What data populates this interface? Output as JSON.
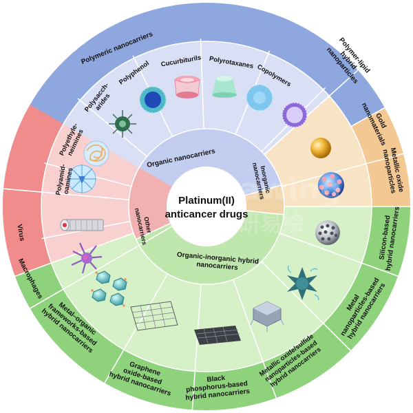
{
  "center": {
    "line1": "Platinum(II)",
    "line2": "anticancer drugs"
  },
  "watermark": {
    "text": "eDrawing",
    "subtext": "可研易绘"
  },
  "colors": {
    "polymeric_outer": "#8fa7df",
    "polymeric_mid": "#d9dff4",
    "polymeric_inner": "#c2cdef",
    "inorganic_outer": "#f4c892",
    "inorganic_mid": "#f8e3c5",
    "inorganic_inner": "#f1d3a8",
    "other_outer": "#f08c8c",
    "other_mid": "#f8d0cf",
    "other_inner": "#f2b1b1",
    "hybrid_outer": "#8fd27c",
    "hybrid_mid": "#d6f0c7",
    "hybrid_inner": "#bfe6ad"
  },
  "outer_ring": {
    "polymeric": "Polymeric nanocarriers",
    "polymer_lipid": [
      "Polymer-lipid",
      "hybrid",
      "nanoparticles"
    ],
    "gold": [
      "Gold",
      "nanomaterials"
    ],
    "metallic_oxide": [
      "Metallic oxide",
      "nanoparticles"
    ],
    "silicon": [
      "Silicon-based",
      "hybrid nanocarriers"
    ],
    "metal_np": [
      "Metal",
      "nanoparticles-based",
      "hybrid nanocarriers"
    ],
    "metallic_oxide_sulfide": [
      "Metallic oxide/sulfide",
      "nanoparticles-based",
      "hybrid nanocarriers"
    ],
    "black_phosphorus": [
      "Black",
      "phosphorus-based",
      "hybrid nanocarriers"
    ],
    "graphene": [
      "Graphene",
      "oxide-based",
      "hybrid nanocarriers"
    ],
    "mof": [
      "Metal–organic",
      "frameworks-based",
      "hybrid nanocarriers"
    ],
    "macrophages": "Macrophages",
    "virus": "Virus"
  },
  "polymer_segments": {
    "polyamidoamines": [
      "Polyamid-",
      "oamines"
    ],
    "polyethyleneimines": [
      "Polyethyle-",
      "neimines"
    ],
    "polysaccharides": [
      "Polysacch-",
      "arides"
    ],
    "polyphenol": "Polyphenol",
    "cucurbiturils": "Cucurbiturils",
    "polyrotaxanes": "Polyrotaxanes",
    "copolymers": "Copolymers"
  },
  "inner_ring": {
    "organic": "Organic nanocarriers",
    "inorganic": [
      "Inorganic",
      "nanocarriers"
    ],
    "other": [
      "Other",
      "nanocarriers"
    ],
    "hybrid": [
      "Organic-inorganic hybrid",
      "nanocarriers"
    ]
  }
}
